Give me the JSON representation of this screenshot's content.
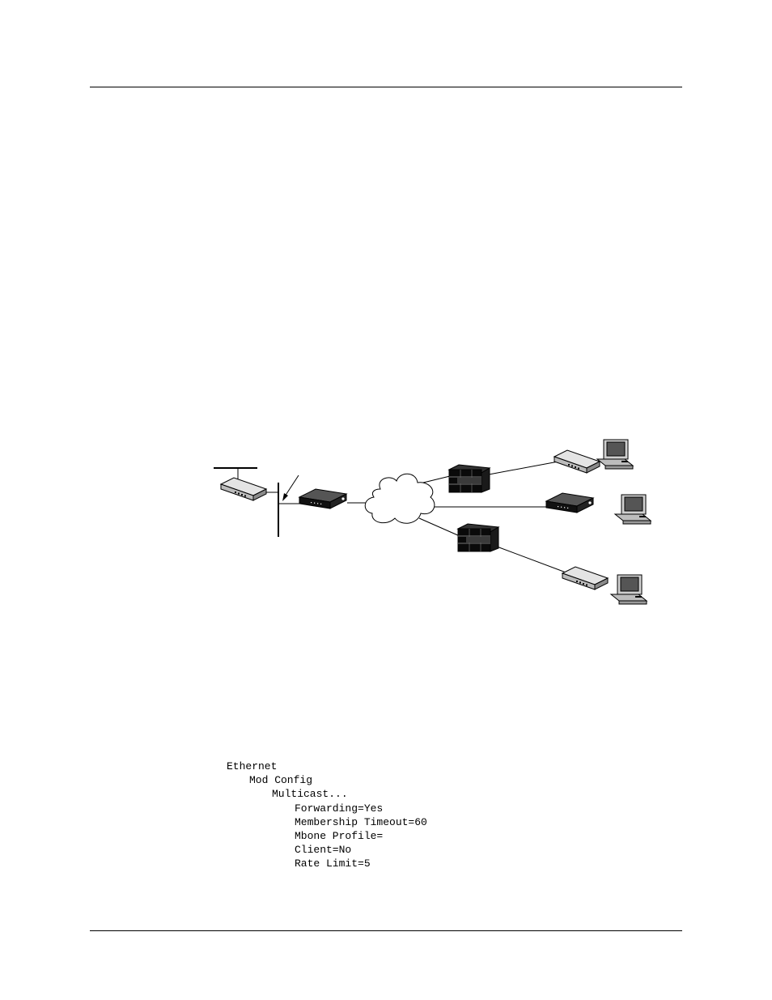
{
  "config": {
    "lines": [
      {
        "text": "Ethernet",
        "indent": 0
      },
      {
        "text": "Mod Config",
        "indent": 1
      },
      {
        "text": "Multicast...",
        "indent": 2
      },
      {
        "text": "Forwarding=Yes",
        "indent": 3
      },
      {
        "text": "Membership Timeout=60",
        "indent": 3
      },
      {
        "text": "Mbone Profile=",
        "indent": 3
      },
      {
        "text": "Client=No",
        "indent": 3
      },
      {
        "text": "Rate Limit=5",
        "indent": 3
      }
    ]
  },
  "diagram": {
    "icons": [
      "router-icon",
      "pipeline-unit-icon",
      "cloud-icon",
      "server-stack-icon",
      "modem-icon",
      "workstation-icon"
    ]
  }
}
